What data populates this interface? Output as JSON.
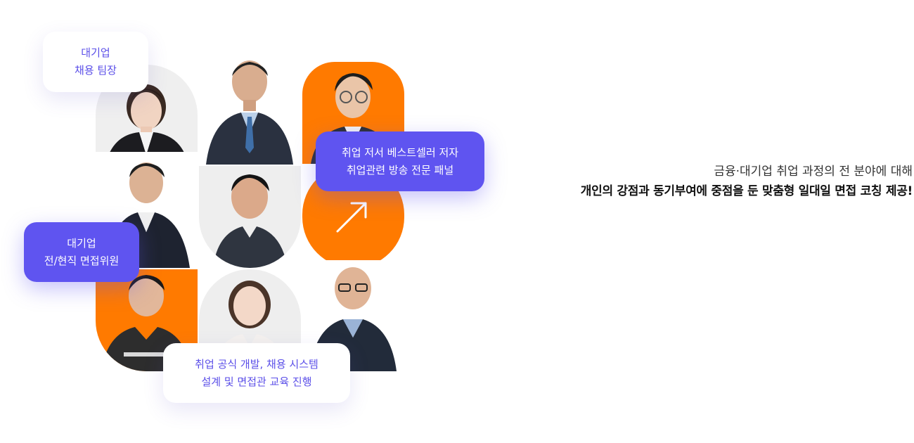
{
  "bubbles": {
    "top_left": {
      "line1": "대기업",
      "line2": "채용 팀장"
    },
    "top_right": {
      "line1": "취업 저서 베스트셀러 저자",
      "line2": "취업관련 방송 전문 패널"
    },
    "middle_left": {
      "line1": "대기업",
      "line2": "전/현직 면접위원"
    },
    "bottom": {
      "line1": "취업 공식 개발, 채용 시스템",
      "line2": "설계 및 면접관 교육 진행"
    }
  },
  "copy": {
    "line1": "금융·대기업 취업 과정의 전 분야에 대해",
    "line2": "개인의 강점과 동기부여에 중점을 둔 맞춤형 일대일 면접 코칭 제공!"
  },
  "colors": {
    "accent_orange": "#ff7a00",
    "accent_purple": "#5f54f0",
    "tile_gray": "#eeeeee"
  },
  "icons": {
    "arrow": "arrow-up-right-icon"
  }
}
